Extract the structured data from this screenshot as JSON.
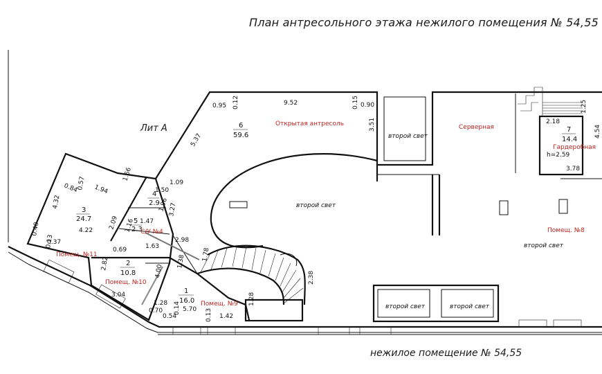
{
  "title": "План антресольного этажа нежилого помещения № 54,55",
  "footer": "нежилое помещение № 54,55",
  "lit": "Лит А",
  "rooms": [
    {
      "num": "6",
      "area": "59.6"
    },
    {
      "num": "7",
      "area": "14.4"
    },
    {
      "num": "3",
      "area": "24.7"
    },
    {
      "num": "4",
      "area": "2.9"
    },
    {
      "num": "5",
      "area": "2.3"
    },
    {
      "num": "2",
      "area": "10.8"
    },
    {
      "num": "1",
      "area": "16.0"
    }
  ],
  "labels": {
    "open_mezzanine": "Открытая антресоль",
    "server_room": "Серверная",
    "wardrobe": "Гардеробная",
    "height": "h=2.59",
    "second_light": "второй свет",
    "premise_8": "Помещ. №8",
    "premise_9": "Помещ. №9",
    "premise_10": "Помещ. №10",
    "premise_11": "Помещ. №11",
    "su4": "С/У №4"
  },
  "dimensions": [
    "0.95",
    "0.12",
    "9.52",
    "0.15",
    "0.90",
    "3.51",
    "5.37",
    "1.66",
    "1.94",
    "0.57",
    "0.84",
    "4.32",
    "4.22",
    "2.09",
    "1.09",
    "1.50",
    "1.96",
    "3.27",
    "1.47",
    "1.16",
    "2.98",
    "1.63",
    "0.69",
    "0.40",
    "0.37",
    "0.13",
    "2.82",
    "3.04",
    "4.00",
    "1.38",
    "1.78",
    "2.38",
    "1.28",
    "5.70",
    "0.14",
    "0.54",
    "0.70",
    "1.28",
    "0.13",
    "1.42",
    "2.18",
    "1.25",
    "4.54",
    "3.78"
  ]
}
